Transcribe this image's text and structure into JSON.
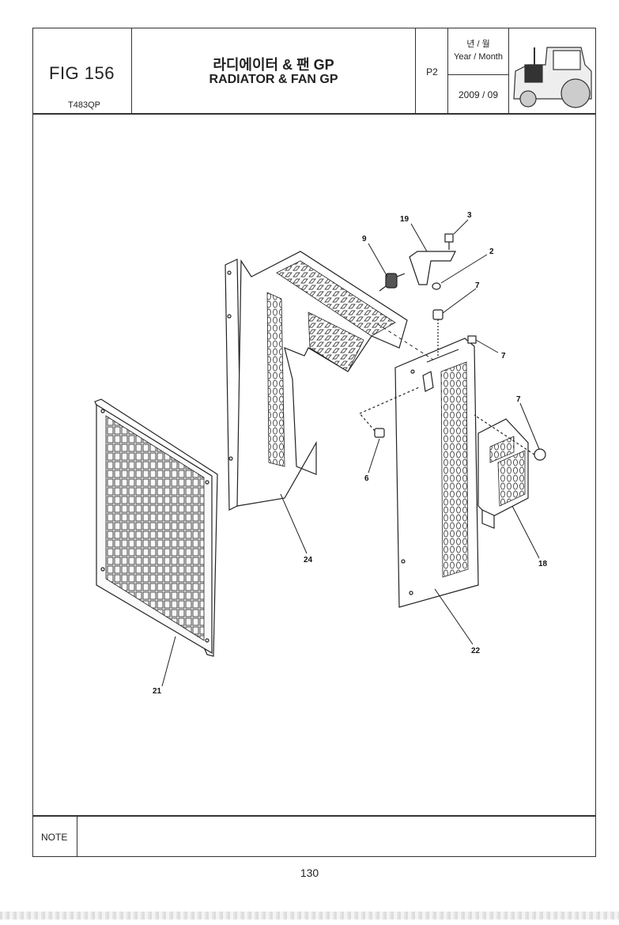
{
  "header": {
    "fig_label": "FIG 156",
    "model_code": "T483QP",
    "title_korean": "라디에이터 & 팬 GP",
    "title_english": "RADIATOR & FAN GP",
    "page_code": "P2",
    "year_month_label_korean": "년 / 월",
    "year_month_label_english": "Year / Month",
    "year_month_value": "2009  / 09",
    "thumbnail_icon": "tractor-icon"
  },
  "callouts": {
    "c19": "19",
    "c3": "3",
    "c9": "9",
    "c2": "2",
    "c7a": "7",
    "c7b": "7",
    "c7c": "7",
    "c6": "6",
    "c24": "24",
    "c18": "18",
    "c22": "22",
    "c21": "21"
  },
  "footer": {
    "note_label": "NOTE",
    "page_number": "130"
  }
}
